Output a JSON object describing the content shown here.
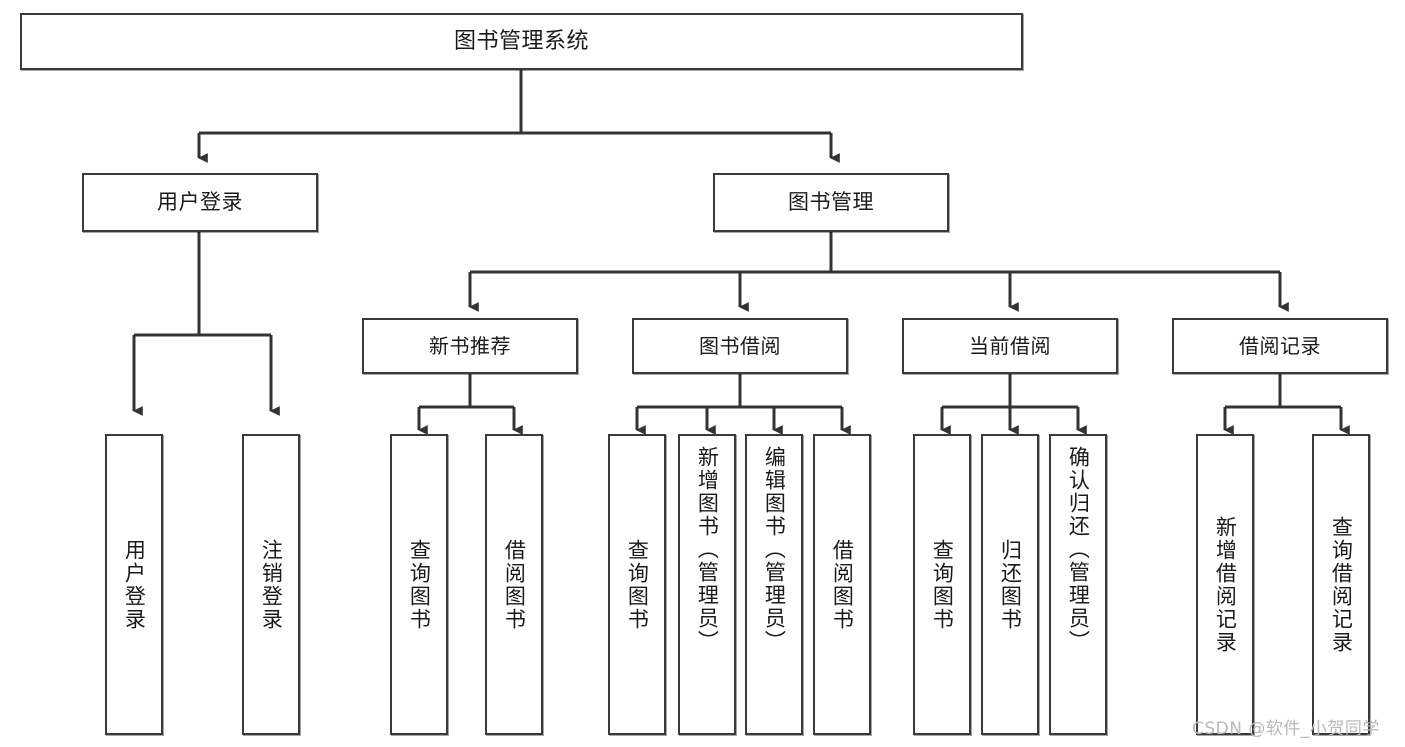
{
  "diagram": {
    "type": "tree-flowchart",
    "title": "图书管理系统",
    "root": {
      "label": "图书管理系统"
    },
    "level1": [
      {
        "label": "用户登录"
      },
      {
        "label": "图书管理"
      }
    ],
    "level2": [
      {
        "label": "新书推荐"
      },
      {
        "label": "图书借阅"
      },
      {
        "label": "当前借阅"
      },
      {
        "label": "借阅记录"
      }
    ],
    "leaves": {
      "user_login": [
        {
          "label": "用户登录"
        },
        {
          "label": "注销登录"
        }
      ],
      "new_book_recommend": [
        {
          "label": "查询图书"
        },
        {
          "label": "借阅图书"
        }
      ],
      "book_borrow": [
        {
          "label": "查询图书"
        },
        {
          "label": "新增图书（管理员）"
        },
        {
          "label": "编辑图书（管理员）"
        },
        {
          "label": "借阅图书"
        }
      ],
      "current_borrow": [
        {
          "label": "查询图书"
        },
        {
          "label": "归还图书"
        },
        {
          "label": "确认归还（管理员）"
        }
      ],
      "borrow_record": [
        {
          "label": "新增借阅记录"
        },
        {
          "label": "查询借阅记录"
        }
      ]
    }
  },
  "watermark": {
    "text": "CSDN @软件_小贺同学"
  },
  "colors": {
    "stroke": "#3a3a3a",
    "background": "#ffffff",
    "text": "#1b1b1b",
    "watermark": "#b9b9b9"
  }
}
